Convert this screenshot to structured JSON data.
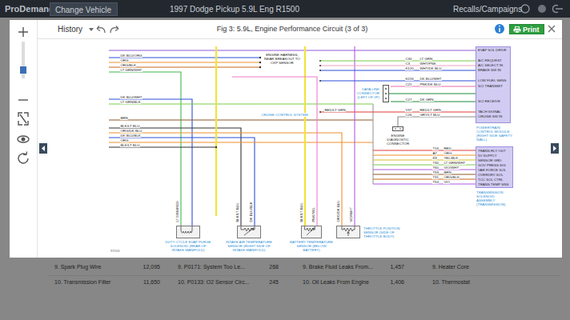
{
  "diagram": {
    "title": "Fig 3: 5.9L, Engine Performance Circuit (3 of 3)",
    "nodes": [
      {
        "text": [
          "Change Vehicle"
        ]
      },
      {
        "text": [
          "Print"
        ]
      },
      {
        "text": [
          "DATA LINK CONNECTOR (LEFT OF I/P)"
        ]
      },
      {
        "text": [
          "EVAP SOL DRIVE",
          "A/C REQUEST",
          "A/C SELECT IN",
          "BRAKE SW IN",
          "LOW FUEL SENS",
          "SCI TRANSMIT",
          "SCI RECEIVE",
          "TACH SIGNAL",
          "CRUISE SW IN",
          "POWERTRAIN CONTROL MODULE (RIGHT SIDE SAFETY WALL)"
        ]
      },
      {
        "text": [
          "ENGINE DIAGNOSTIC CONNECTOR"
        ]
      },
      {
        "text": [
          "TRANS RLY OUT",
          "5V SUPPLY",
          "SENSOR GRD",
          "GOV PRESS SIG",
          "VAR FORCE SOL",
          "OVERDRV SOL",
          "TCC SOL CTRL",
          "TRANS TEMP SNS",
          "TRANSMISSION SOLENOID ASSEMBLY (TRANSMISSION)"
        ]
      },
      {
        "text": [
          "DUTY CYCLE EVAP PURGE SOLENOID (REAR OF INTAKE MANIFOLD)"
        ]
      },
      {
        "text": [
          "INTAKE AIR TEMPERATURE SENSOR (RIGHT SIDE OF INTAKE MANIFOLD)"
        ]
      },
      {
        "text": [
          "BATTERY TEMPERATURE SENSOR (BELOW BATTERY)"
        ]
      },
      {
        "text": [
          "THROTTLE POSITION SENSOR (SIDE OF THROTTLE BODY)"
        ]
      }
    ],
    "edges": [
      {
        "from": 2,
        "to": 3,
        "arrow": "none"
      },
      {
        "from": 4,
        "to": 3,
        "arrow": "none"
      }
    ],
    "labels": [
      "ProDemand",
      "1997 Dodge Pickup 5.9L Eng R1500",
      "Recalls/Campaigns",
      "History",
      "DK BLU/ORG",
      "ORG",
      "ORG/BLK",
      "LT GRN/WHT",
      "DK BLU/WHT",
      "LT GRN/BLK",
      "BRN",
      "BLK/LT BLU",
      "ORG/DK BLU",
      "DK BLU/BLK",
      "ORG",
      "BLK/LT BLU",
      "ENGINE HARNESS, NEAR BREAKOUT TO CKP SENSOR",
      "CRUISE CONTROL SYSTEM",
      "RED/LT GRN",
      "C30",
      "LT GRN",
      "C3",
      "WHT/PNK",
      "K120",
      "WHT/DK BLU",
      "K226",
      "DK BLU/WHT",
      "C21",
      "PNK/DK BLU",
      "C27",
      "DK GRN",
      "V37",
      "RED/LT GRN",
      "C26",
      "GRY/LT BLU",
      "T16",
      "RED",
      "A7",
      "ORG",
      "K9",
      "YEL/BLK",
      "T30",
      "LT GRN/WHT",
      "T60",
      "VIO/WHT",
      "T59",
      "BRN",
      "T31",
      "ORG/BLK",
      "T54",
      "VIO",
      "LT GRN/RED",
      "BLK/LT BLU",
      "DK BLU/BLK",
      "BLK/LT BLU",
      "PNK/YEL",
      "ORG/DK BLU",
      "VIO/WHT",
      "97153",
      "9. Spark Plug Wire",
      "12,095",
      "9. P0171: System Too Le...",
      "268",
      "9. Brake Fluid Leaks From...",
      "1,457",
      "9. Heater Core",
      "10. Transmission Filter",
      "11,650",
      "10. P0133: O2 Sensor Circ...",
      "245",
      "10. Oil Leaks From Engine",
      "1,406",
      "10. Thermostat"
    ]
  }
}
